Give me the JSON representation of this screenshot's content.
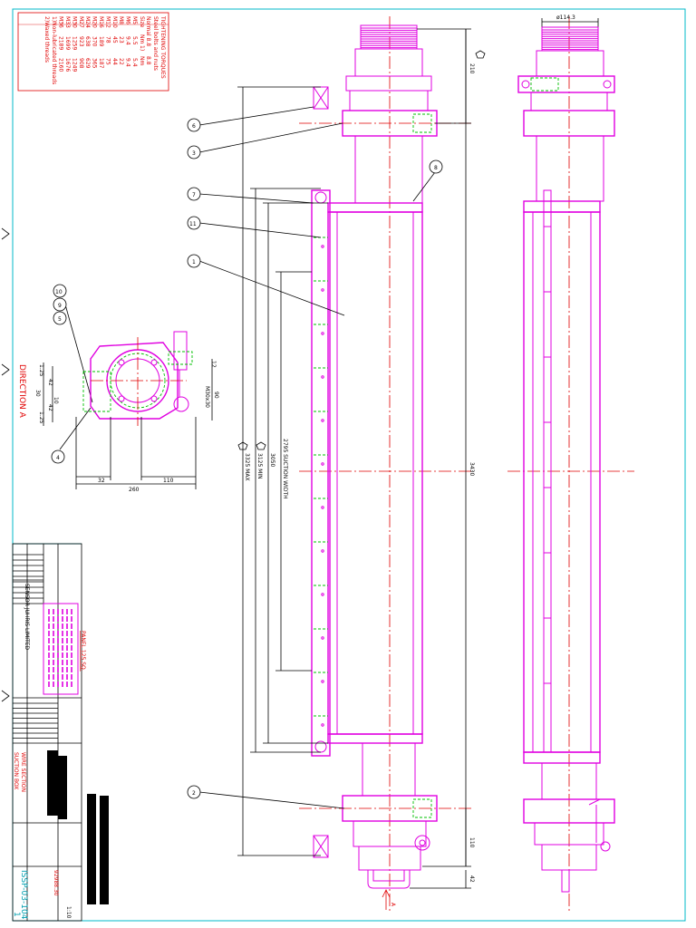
{
  "torque_table": {
    "title": "TIGHTENING TORQUES",
    "subtitle": "Steel bolts and nuts",
    "header_size": "Size",
    "header_normal": "Normal 8.8",
    "header_unit": "Nm",
    "header_col2": "8.8",
    "header_unit2": "Nm",
    "header_note": "1)",
    "rows": [
      {
        "size": "M5",
        "normal": "5.5",
        "other": "5.4"
      },
      {
        "size": "M6",
        "normal": "9.4",
        "other": "9.4"
      },
      {
        "size": "M8",
        "normal": "23",
        "other": "22"
      },
      {
        "size": "M10",
        "normal": "45",
        "other": "44"
      },
      {
        "size": "M12",
        "normal": "78",
        "other": "75"
      },
      {
        "size": "M16",
        "normal": "189",
        "other": "187"
      },
      {
        "size": "M20",
        "normal": "370",
        "other": "365"
      },
      {
        "size": "M24",
        "normal": "638",
        "other": "629"
      },
      {
        "size": "M27",
        "normal": "923",
        "other": "908"
      },
      {
        "size": "M30",
        "normal": "1259",
        "other": "1249"
      },
      {
        "size": "M33",
        "normal": "1699",
        "other": "1676"
      },
      {
        "size": "M36",
        "normal": "2189",
        "other": "2160"
      }
    ],
    "note1": "1)Non-lubricated threads",
    "note2": "2)Waxed threads"
  },
  "dimensions": {
    "dia_top": "ø114.3",
    "d210": "210",
    "d3430": "3430",
    "d110": "110",
    "d42": "42",
    "d2795": "2795 SUCTION WIDTH",
    "d3050": "3050",
    "d3125": "3125 MIN",
    "d3325": "3325 MAX",
    "d90": "90",
    "d12": "12",
    "dM30": "M30x30",
    "d32": "32",
    "d110b": "110",
    "d260": "260",
    "d125a": "1.25",
    "d125b": "1.25",
    "d42a": "42",
    "d42b": "42",
    "d30": "30",
    "d10": "10"
  },
  "direction_label": "DIRECTION A",
  "arrow_label": "A",
  "panel_label": "PANEL 125 SQ.",
  "balloons": [
    "6",
    "3",
    "8",
    "7",
    "11",
    "1",
    "10",
    "9",
    "5",
    "4",
    "2"
  ],
  "title_block": {
    "company": "SENSOR JUHRIS LIMITED",
    "title_line1": "WIRE SECTION",
    "title_line2": "SUCTION BOX",
    "drawing_no": "92988.30",
    "sheet_no": "ISSP-03-104",
    "sheet": "1",
    "scale": "1:10"
  },
  "colors": {
    "part": "#e000e0",
    "centerline": "#e00000",
    "frame": "#00b8c8",
    "dashed": "#00c000"
  }
}
